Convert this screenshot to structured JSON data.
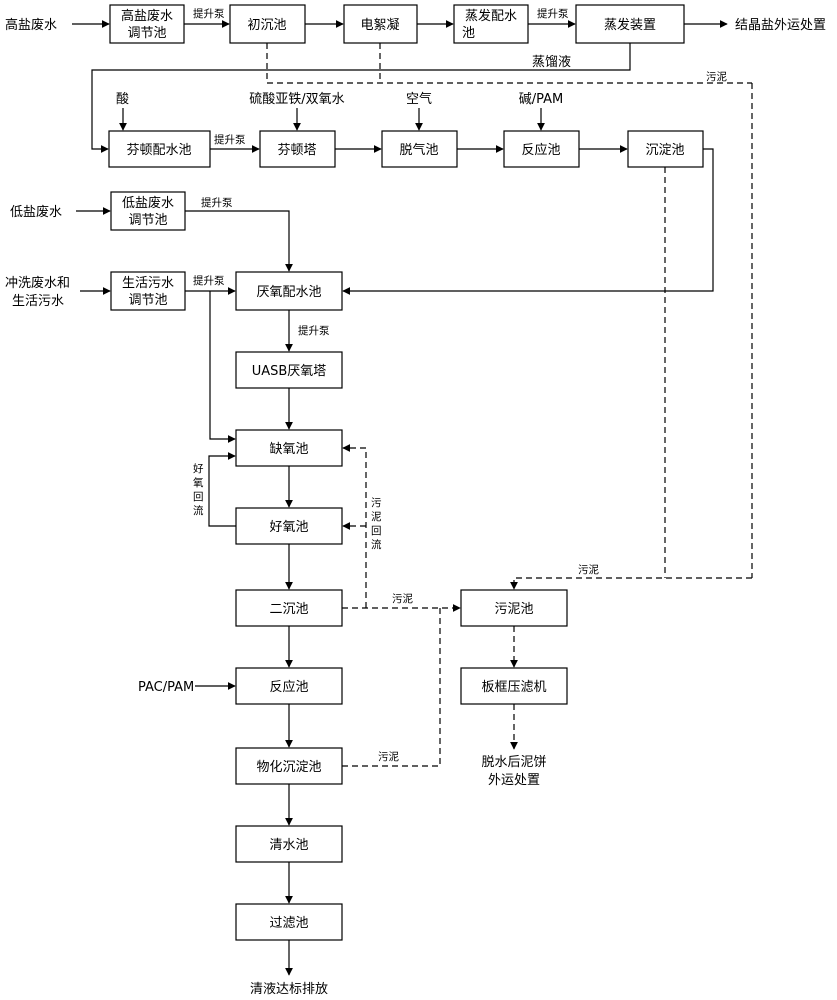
{
  "nodes": {
    "high_salt_influent": "高盐废水",
    "high_salt_tank_1": "高盐废水",
    "high_salt_tank_2": "调节池",
    "primary_settling": "初沉池",
    "electro_flocculation": "电絮凝",
    "evap_tank_1": "蒸发配水",
    "evap_tank_2": "池",
    "evaporator": "蒸发装置",
    "crystal_salt": "结晶盐外运处置",
    "fenton_tank": "芬顿配水池",
    "fenton_tower": "芬顿塔",
    "degassing_tank": "脱气池",
    "reaction_tank_top": "反应池",
    "sedimentation_tank": "沉淀池",
    "low_salt_influent": "低盐废水",
    "low_salt_tank_1": "低盐废水",
    "low_salt_tank_2": "调节池",
    "wash_influent_1": "冲洗废水和",
    "wash_influent_2": "生活污水",
    "domestic_tank_1": "生活污水",
    "domestic_tank_2": "调节池",
    "anaerobic_tank": "厌氧配水池",
    "uasb": "UASB厌氧塔",
    "anoxic": "缺氧池",
    "aerobic": "好氧池",
    "secondary_settling": "二沉池",
    "reaction_tank": "反应池",
    "physchem_settling": "物化沉淀池",
    "clear_tank": "清水池",
    "filter_tank": "过滤池",
    "discharge": "清液达标排放",
    "sludge_tank": "污泥池",
    "filter_press": "板框压滤机",
    "cake_1": "脱水后泥饼",
    "cake_2": "外运处置"
  },
  "labels": {
    "lift_pump": "提升泵",
    "distillate": "蒸馏液",
    "sludge": "污泥",
    "acid": "酸",
    "ferrous_h2o2": "硫酸亚铁/双氧水",
    "air": "空气",
    "alkali_pam": "碱/PAM",
    "pac_pam": "PAC/PAM",
    "aerobic_reflux": [
      "好",
      "氧",
      "回",
      "流"
    ],
    "sludge_reflux": [
      "污",
      "泥",
      "回",
      "流"
    ]
  }
}
